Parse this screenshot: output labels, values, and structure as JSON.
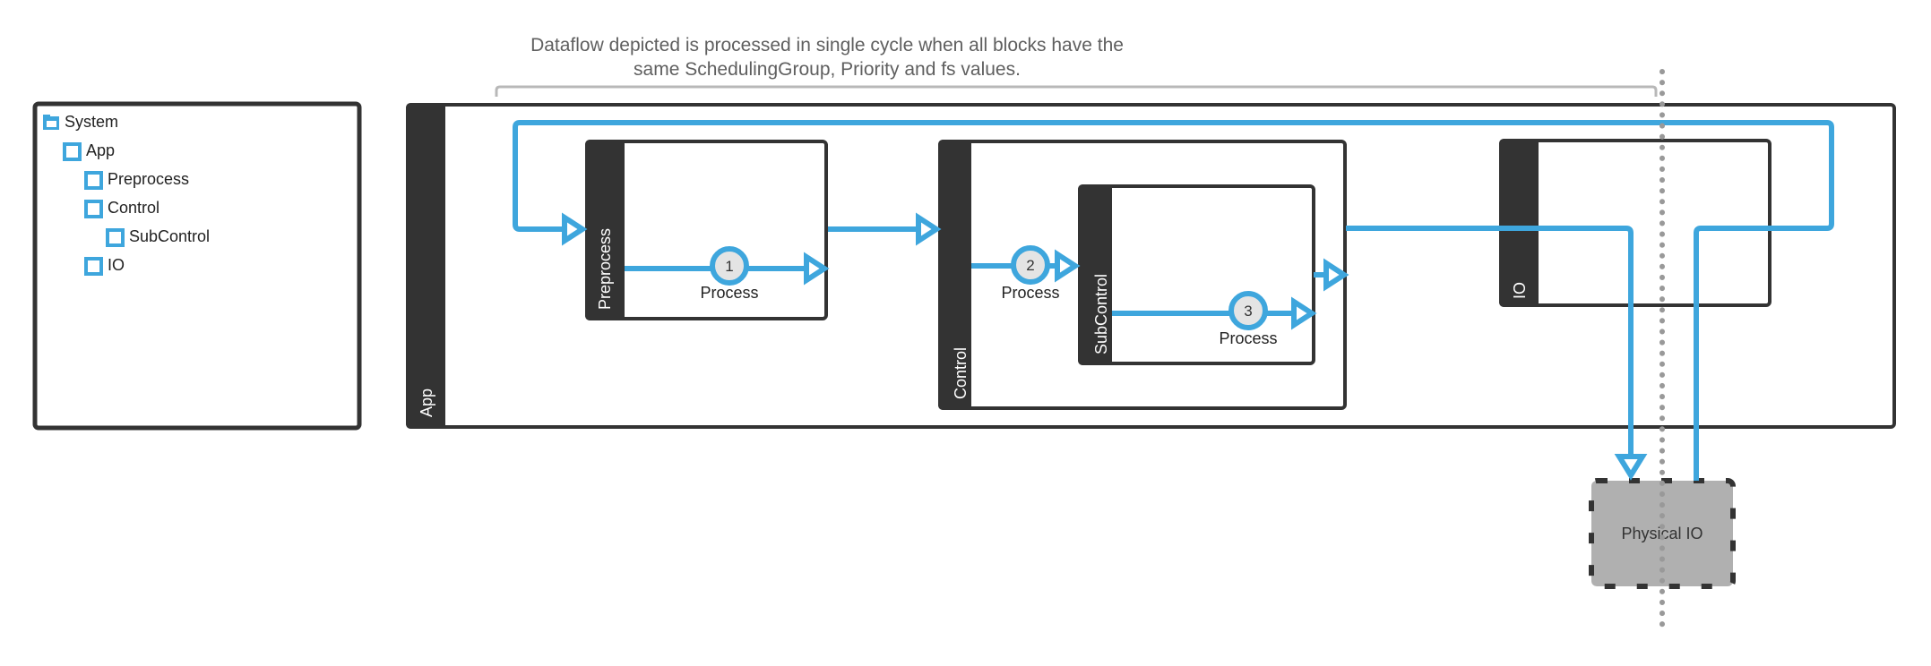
{
  "annotation": {
    "line1": "Dataflow depicted is processed in single cycle when all blocks have the",
    "line2": "same SchedulingGroup, Priority and fs values."
  },
  "tree": {
    "items": [
      {
        "label": "System",
        "icon": "folder-icon",
        "depth": 0
      },
      {
        "label": "App",
        "icon": "block-icon",
        "depth": 1
      },
      {
        "label": "Preprocess",
        "icon": "block-icon",
        "depth": 2
      },
      {
        "label": "Control",
        "icon": "block-icon",
        "depth": 2
      },
      {
        "label": "SubControl",
        "icon": "block-icon",
        "depth": 3
      },
      {
        "label": "IO",
        "icon": "block-icon",
        "depth": 2
      }
    ]
  },
  "blocks": {
    "app": {
      "label": "App"
    },
    "preprocess": {
      "label": "Preprocess"
    },
    "control": {
      "label": "Control"
    },
    "subcontrol": {
      "label": "SubControl"
    },
    "io": {
      "label": "IO"
    }
  },
  "processes": [
    {
      "order": "1",
      "label": "Process",
      "block": "Preprocess"
    },
    {
      "order": "2",
      "label": "Process",
      "block": "Control"
    },
    {
      "order": "3",
      "label": "Process",
      "block": "SubControl"
    }
  ],
  "physical_io": {
    "label": "Physical IO"
  },
  "colors": {
    "flow": "#3ea6dd",
    "block_border": "#333333",
    "block_header": "#333333",
    "process_fill": "#e4e4e4",
    "physical_io_fill": "#b0b0b0",
    "dotted_line": "#999999",
    "bracket": "#b8b8b8",
    "note_text": "#5f5f5f"
  }
}
